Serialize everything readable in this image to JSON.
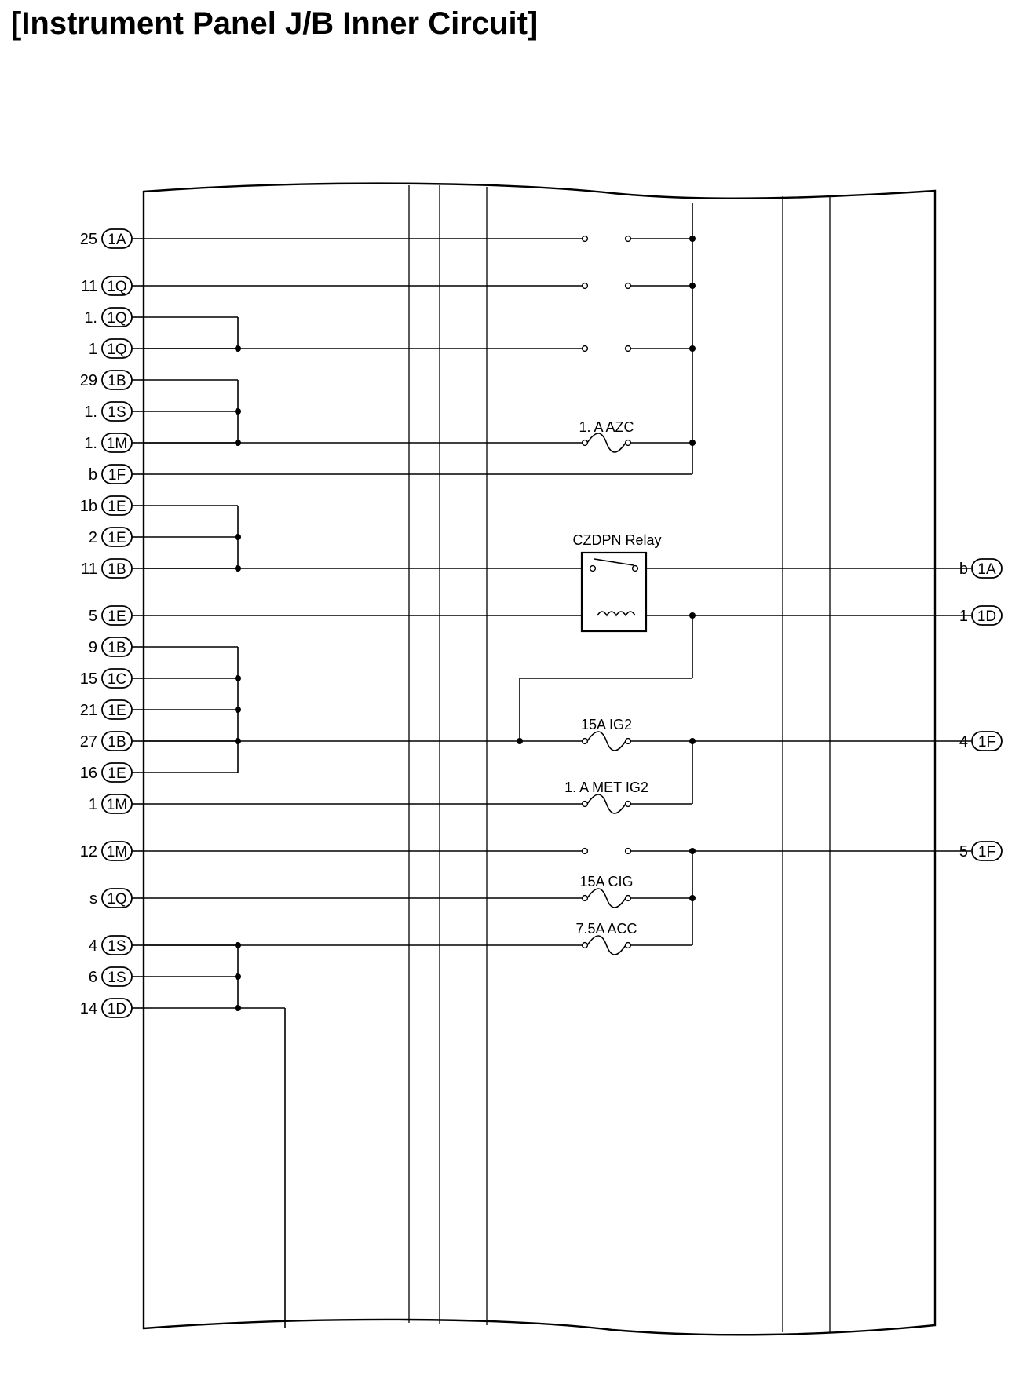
{
  "title": "[Instrument Panel J/B Inner Circuit]",
  "left_connectors": [
    {
      "pin": "25",
      "connector": "1A"
    },
    {
      "pin": "11",
      "connector": "1Q"
    },
    {
      "pin": "1.",
      "connector": "1Q"
    },
    {
      "pin": "1",
      "connector": "1Q"
    },
    {
      "pin": "29",
      "connector": "1B"
    },
    {
      "pin": "1.",
      "connector": "1S"
    },
    {
      "pin": "1.",
      "connector": "1M"
    },
    {
      "pin": "b",
      "connector": "1F"
    },
    {
      "pin": "1b",
      "connector": "1E"
    },
    {
      "pin": "2",
      "connector": "1E"
    },
    {
      "pin": "11",
      "connector": "1B"
    },
    {
      "pin": "5",
      "connector": "1E"
    },
    {
      "pin": "9",
      "connector": "1B"
    },
    {
      "pin": "15",
      "connector": "1C"
    },
    {
      "pin": "21",
      "connector": "1E"
    },
    {
      "pin": "27",
      "connector": "1B"
    },
    {
      "pin": "16",
      "connector": "1E"
    },
    {
      "pin": "1",
      "connector": "1M"
    },
    {
      "pin": "12",
      "connector": "1M"
    },
    {
      "pin": "s",
      "connector": "1Q"
    },
    {
      "pin": "4",
      "connector": "1S"
    },
    {
      "pin": "6",
      "connector": "1S"
    },
    {
      "pin": "14",
      "connector": "1D"
    }
  ],
  "right_connectors": [
    {
      "pin": "b",
      "connector": "1A"
    },
    {
      "pin": "1",
      "connector": "1D"
    },
    {
      "pin": "4",
      "connector": "1F"
    },
    {
      "pin": "5",
      "connector": "1F"
    }
  ],
  "fuses": [
    {
      "label": "1. A AZC"
    },
    {
      "label": "15A IG2"
    },
    {
      "label": "1. A MET IG2"
    },
    {
      "label": "15A CIG"
    },
    {
      "label": "7.5A ACC"
    }
  ],
  "relay": {
    "label": "CZDPN Relay"
  }
}
